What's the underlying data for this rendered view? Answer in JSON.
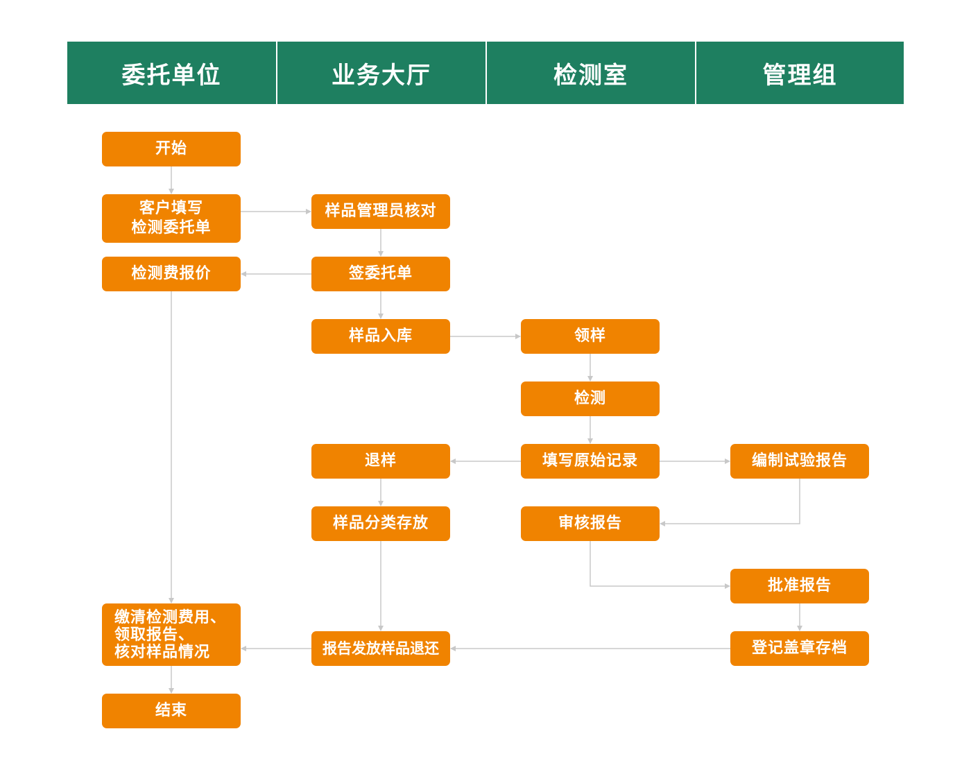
{
  "lanes": [
    "委托单位",
    "业务大厅",
    "检测室",
    "管理组"
  ],
  "nodes": {
    "start": "开始",
    "fill_form": "客户填写\n检测委托单",
    "quote": "检测费报价",
    "settle": "缴清检测费用、\n领取报告、\n核对样品情况",
    "end": "结束",
    "sample_verify": "样品管理员核对",
    "sign": "签委托单",
    "storage": "样品入库",
    "return_sample": "退样",
    "classify": "样品分类存放",
    "release": "报告发放样品退还",
    "receive": "领样",
    "test": "检测",
    "record": "填写原始记录",
    "review": "审核报告",
    "compile": "编制试验报告",
    "approve": "批准报告",
    "archive": "登记盖章存档"
  },
  "colors": {
    "header_bg": "#1e7f60",
    "node_bg": "#f08300",
    "connector": "#c8c8c8"
  }
}
